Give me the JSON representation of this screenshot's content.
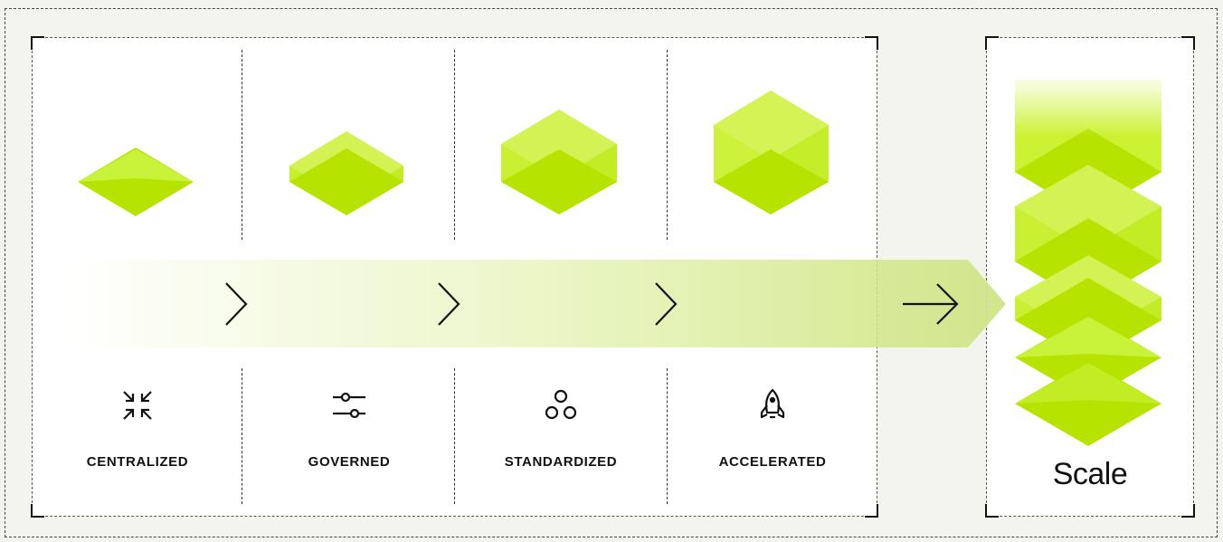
{
  "steps": [
    {
      "label": "CENTRALIZED",
      "icon": "collapse-arrows-icon"
    },
    {
      "label": "GOVERNED",
      "icon": "sliders-icon"
    },
    {
      "label": "STANDARDIZED",
      "icon": "circles-cluster-icon"
    },
    {
      "label": "ACCELERATED",
      "icon": "rocket-icon"
    }
  ],
  "result": {
    "label": "Scale"
  },
  "colors": {
    "accent_top": "#cdf53d",
    "accent_front": "#b6e400",
    "accent_side": "#d2f04a",
    "background": "#f4f4ee"
  }
}
